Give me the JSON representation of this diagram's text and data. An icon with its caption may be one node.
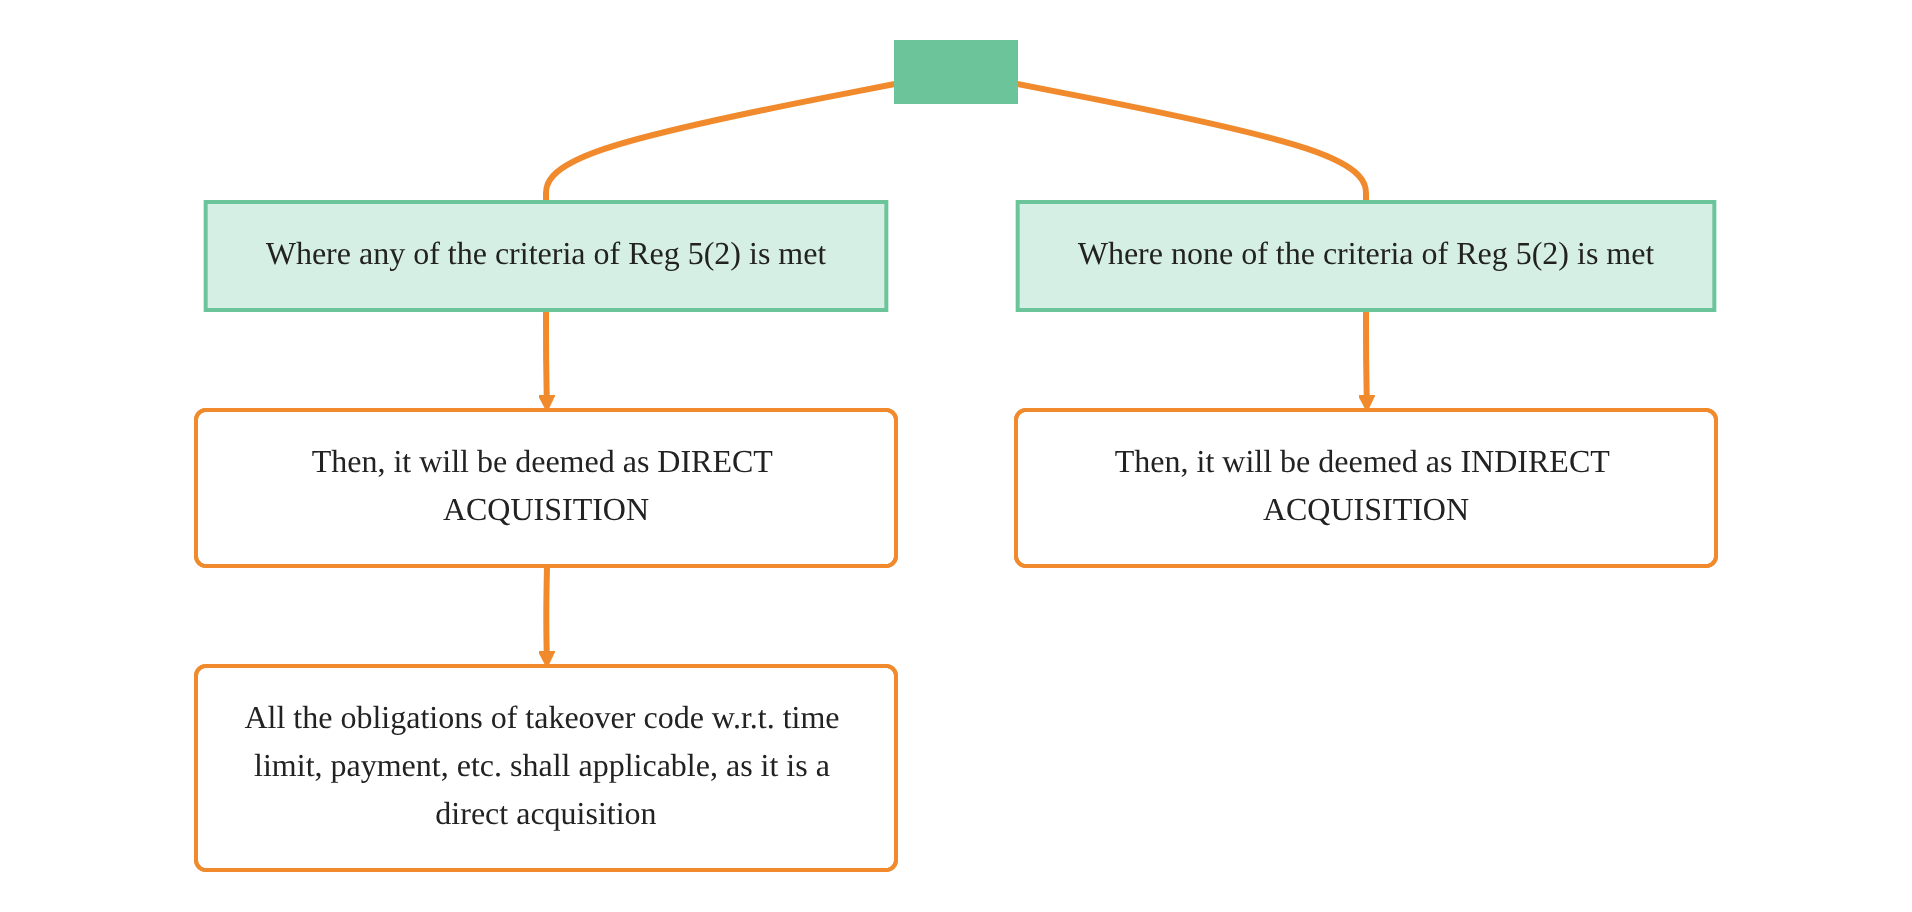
{
  "diagram": {
    "nodes": [
      {
        "text": [],
        "shape": "box"
      },
      {
        "text": [
          "Where any of the criteria of Reg 5(2) is met"
        ]
      },
      {
        "text": [
          "Where none of the criteria of Reg 5(2) is met"
        ]
      },
      {
        "text": [
          "Then, it will be deemed as DIRECT ACQUISITION"
        ]
      },
      {
        "text": [
          "Then, it will be deemed as INDIRECT ACQUISITION"
        ]
      },
      {
        "text": [
          "All the obligations of takeover code w.r.t. time limit, payment, etc. shall applicable, as it is a direct acquisition"
        ]
      }
    ],
    "edges": [
      {
        "from": 0,
        "to": 1,
        "arrow": "none"
      },
      {
        "from": 0,
        "to": 2,
        "arrow": "none"
      },
      {
        "from": 1,
        "to": 3,
        "arrow": "to"
      },
      {
        "from": 2,
        "to": 4,
        "arrow": "to"
      },
      {
        "from": 3,
        "to": 5,
        "arrow": "to"
      }
    ]
  }
}
